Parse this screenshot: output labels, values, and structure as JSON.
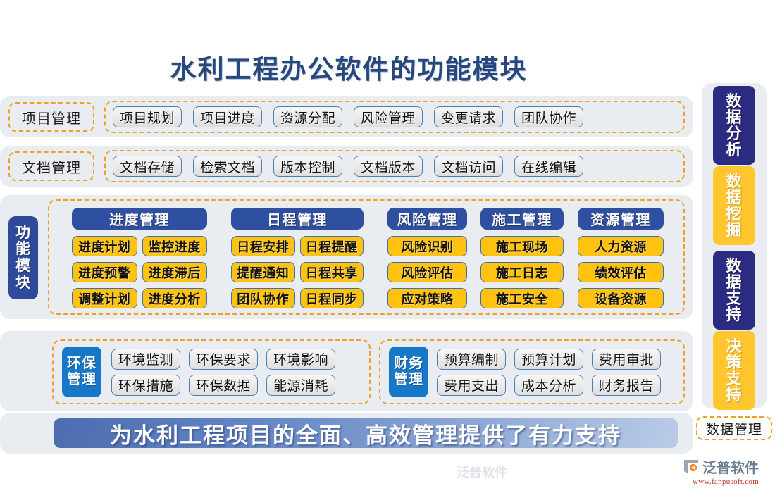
{
  "title": "水利工程办公软件的功能模块",
  "rows": [
    {
      "label": "项目管理",
      "items": [
        "项目规划",
        "项目进度",
        "资源分配",
        "风险管理",
        "变更请求",
        "团队协作"
      ]
    },
    {
      "label": "文档管理",
      "items": [
        "文档存储",
        "检索文档",
        "版本控制",
        "文档版本",
        "文档访问",
        "在线编辑"
      ]
    }
  ],
  "middle": {
    "label": "功能模块",
    "columns": [
      {
        "head": "进度管理",
        "rows": [
          [
            "进度计划",
            "监控进度"
          ],
          [
            "进度预警",
            "进度滞后"
          ],
          [
            "调整计划",
            "进度分析"
          ]
        ]
      },
      {
        "head": "日程管理",
        "rows": [
          [
            "日程安排",
            "日程提醒"
          ],
          [
            "提醒通知",
            "日程共享"
          ],
          [
            "团队协作",
            "日程同步"
          ]
        ]
      },
      {
        "head": "风险管理",
        "rows": [
          [
            "风险识别"
          ],
          [
            "风险评估"
          ],
          [
            "应对策略"
          ]
        ]
      },
      {
        "head": "施工管理",
        "rows": [
          [
            "施工现场"
          ],
          [
            "施工日志"
          ],
          [
            "施工安全"
          ]
        ]
      },
      {
        "head": "资源管理",
        "rows": [
          [
            "人力资源"
          ],
          [
            "绩效评估"
          ],
          [
            "设备资源"
          ]
        ]
      }
    ]
  },
  "bottom_groups": [
    {
      "label_line1": "环保",
      "label_line2": "管理",
      "rows": [
        [
          "环境监测",
          "环保要求",
          "环境影响"
        ],
        [
          "环保措施",
          "环保数据",
          "能源消耗"
        ]
      ]
    },
    {
      "label_line1": "财务",
      "label_line2": "管理",
      "rows": [
        [
          "预算编制",
          "预算计划",
          "费用审批"
        ],
        [
          "费用支出",
          "成本分析",
          "财务报告"
        ]
      ]
    }
  ],
  "banner": "为水利工程项目的全面、高效管理提供了有力支持",
  "sidebar": {
    "chips": [
      {
        "text": "数据分析",
        "style": "navy"
      },
      {
        "text": "数据挖掘",
        "style": "gold"
      },
      {
        "text": "数据支持",
        "style": "navy"
      },
      {
        "text": "决策支持",
        "style": "gold"
      }
    ],
    "footer_label": "数据管理"
  },
  "logo": {
    "name": "泛普软件",
    "url": "www.fanpusoft.com"
  },
  "watermark": "泛普软件",
  "colors": {
    "title": "#28477d",
    "panel_bg": "#e9edf1",
    "dashed_border": "#f0a022",
    "chip_border": "#4a7fb5",
    "chip_yellow_bg": "#ffc20e",
    "head_blue": "#2f50a0",
    "label_blue": "#2d4b9a",
    "bright_blue": "#1678c8",
    "sidebar_navy": "#2b2b82",
    "sidebar_gold": "#ffc62e",
    "logo_url": "#c0392b"
  }
}
